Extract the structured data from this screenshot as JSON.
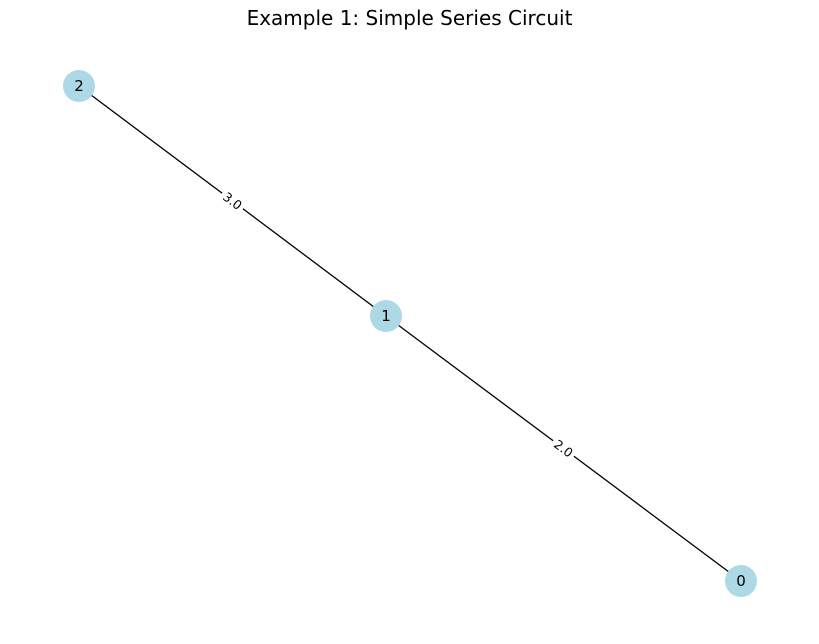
{
  "title": "Example 1: Simple Series Circuit",
  "colors": {
    "node_fill": "#add8e6",
    "edge_stroke": "#000000",
    "background": "#ffffff"
  },
  "graph": {
    "nodes": [
      {
        "id": "0",
        "label": "0"
      },
      {
        "id": "1",
        "label": "1"
      },
      {
        "id": "2",
        "label": "2"
      }
    ],
    "edges": [
      {
        "source": "1",
        "target": "0",
        "weight_label": "2.0"
      },
      {
        "source": "2",
        "target": "1",
        "weight_label": "3.0"
      }
    ]
  }
}
